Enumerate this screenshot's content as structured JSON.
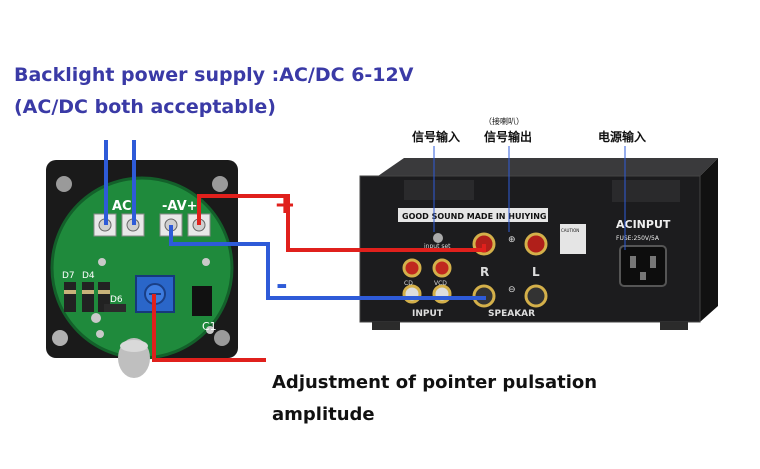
{
  "annotations": {
    "backlight_line1": "Backlight power supply :AC/DC 6-12V",
    "backlight_line2": "(AC/DC both acceptable)",
    "adjust_line1": "Adjustment of pointer pulsation",
    "adjust_line2": "amplitude",
    "plus_sign": "+",
    "minus_sign": "-"
  },
  "amp_labels": {
    "signal_in": "信号输入",
    "speaker_note": "（接喇叭）",
    "signal_out": "信号输出",
    "power_in": "电源输入",
    "brand_strip": "GOOD SOUND MADE IN HUIYING",
    "ac_input": "ACINPUT",
    "fuse": "FUSE:250V/5A",
    "input_set": "input set",
    "channel_r": "R",
    "channel_l": "L",
    "cd": "CD",
    "vcd": "VCD",
    "input": "INPUT",
    "speaker": "SPEAKAR",
    "caution": "CAUTION"
  },
  "board_labels": {
    "ac": "AC",
    "av": "-AV+",
    "d7": "D7",
    "d4": "D4",
    "d6": "D6",
    "c1": "C1"
  },
  "colors": {
    "title_blue": "#3a3aa6",
    "wire_red": "#e0201c",
    "wire_blue": "#2e5bd8",
    "pcb_green": "#1f8a3c",
    "chassis": "#1c1c1e"
  }
}
